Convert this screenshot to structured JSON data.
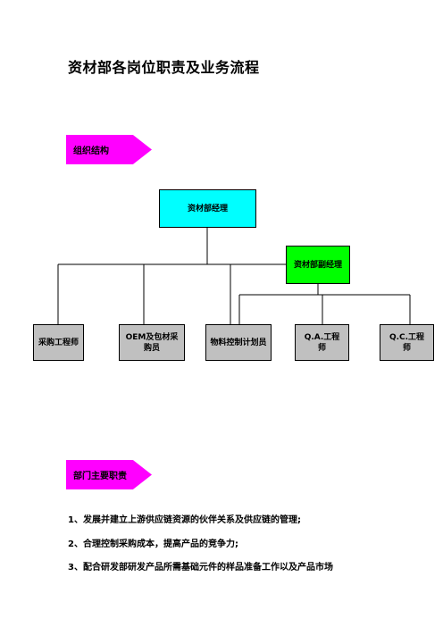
{
  "page_title": "资材部各岗位职责及业务流程",
  "section_org": "组织结构",
  "section_duties": "部门主要职责",
  "colors": {
    "tag": "#ff00ff",
    "manager": "#00ffff",
    "deputy_manager": "#00ff00",
    "staff": "#c0c0c0"
  },
  "org": {
    "manager": "资材部经理",
    "deputy_manager": "资材部副经理",
    "positions": [
      "采购工程师",
      "OEM及包材采购员",
      "物料控制计划员",
      "Q.A.工程师",
      "Q.C.工程师"
    ]
  },
  "duties": [
    "1、发展并建立上游供应链资源的伙伴关系及供应链的管理;",
    "2、合理控制采购成本，提高产品的竞争力;",
    "3、配合研发部研发产品所需基础元件的样品准备工作以及产品市场"
  ]
}
